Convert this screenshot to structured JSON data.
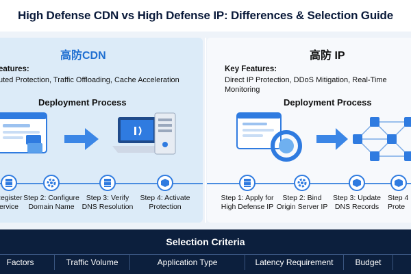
{
  "title": "High Defense CDN vs High Defense IP: Differences & Selection Guide",
  "left_panel": {
    "heading": "高防CDN",
    "features_label": "eatures:",
    "features_text": "uted Protection, Traffic Offloading, Cache Acceleration",
    "deployment_title": "Deployment Process",
    "steps": [
      {
        "label": "Register\nervice",
        "icon": "server-icon"
      },
      {
        "label": "Step 2: Configure\nDomain Name",
        "icon": "gear-icon"
      },
      {
        "label": "Step 3: Verify\nDNS Resolution",
        "icon": "server-icon"
      },
      {
        "label": "Step 4: Activate\nProtection",
        "icon": "cube-icon"
      }
    ]
  },
  "right_panel": {
    "heading": "高防 IP",
    "features_label": "Key Features:",
    "features_text": "Direct IP Protection, DDoS Mitigation, Real-Time Monitoring",
    "deployment_title": "Deployment Process",
    "steps": [
      {
        "label": "Step 1: Apply for\nHigh Defense IP",
        "icon": "server-icon"
      },
      {
        "label": "Step 2: Bind\nOrigin Server IP",
        "icon": "gear-icon"
      },
      {
        "label": "Step 3: Update\nDNS Records",
        "icon": "cube-icon"
      },
      {
        "label": "Step 4\nProte",
        "icon": "cube-icon"
      }
    ]
  },
  "selection": {
    "title": "Selection Criteria",
    "columns": [
      "Factors",
      "Traffic Volume",
      "Application Type",
      "Latency Requirement",
      "Budget",
      ""
    ]
  },
  "colors": {
    "accent": "#1f6fd1",
    "dark_navy": "#0c1f3d",
    "panel_left_bg": "#dcebf8",
    "panel_right_bg": "#f7f9fc"
  }
}
